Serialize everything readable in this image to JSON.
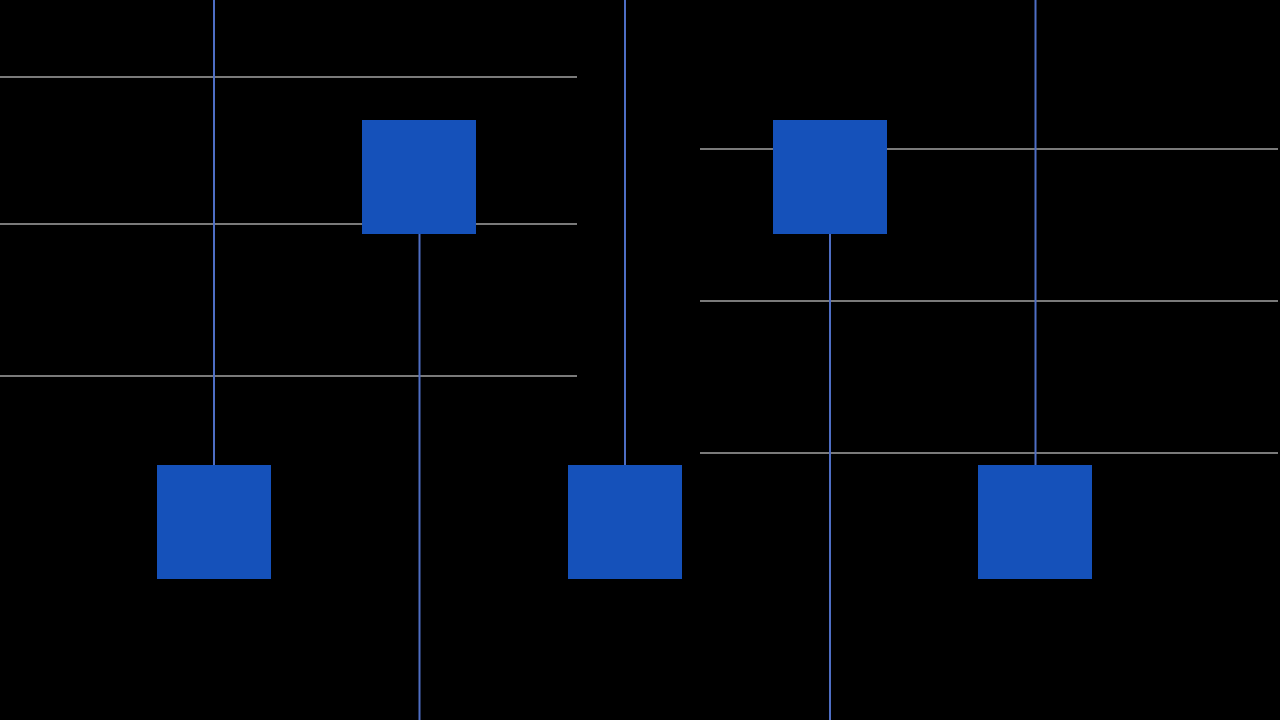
{
  "colors": {
    "background": "#000000",
    "block": "#1551BA",
    "stem": "#4E6EC4",
    "rule": "#7A7A7A"
  },
  "panels": [
    {
      "name": "left-panel",
      "rule_count": 3,
      "blocks": [
        {
          "name": "block-low-1",
          "stem": "up"
        },
        {
          "name": "block-high-1",
          "stem": "down"
        },
        {
          "name": "block-low-2",
          "stem": "up"
        }
      ]
    },
    {
      "name": "right-panel",
      "rule_count": 3,
      "blocks": [
        {
          "name": "block-high-2",
          "stem": "down"
        },
        {
          "name": "block-low-3",
          "stem": "up"
        }
      ]
    }
  ]
}
